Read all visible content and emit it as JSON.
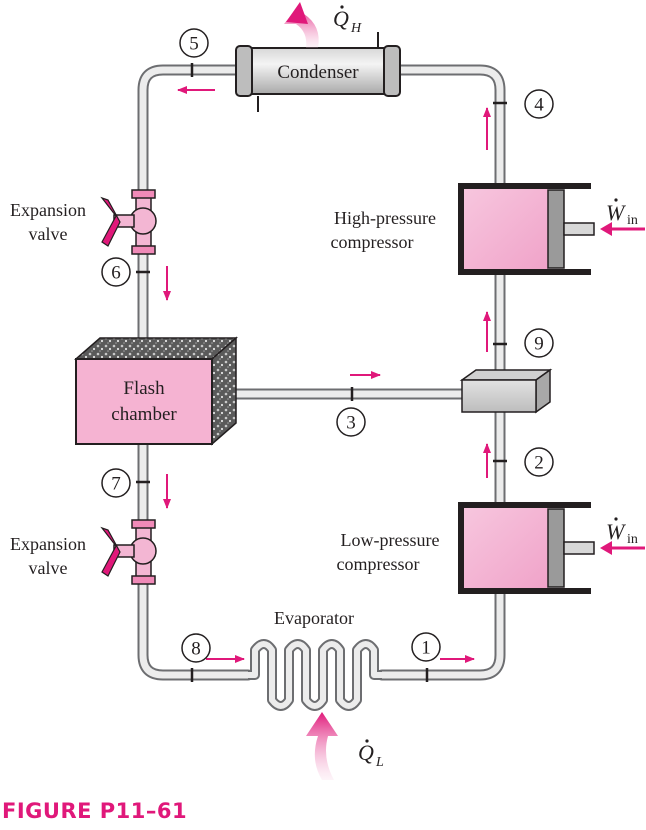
{
  "components": {
    "condenser": "Condenser",
    "flash_chamber_line1": "Flash",
    "flash_chamber_line2": "chamber",
    "evaporator": "Evaporator",
    "hp_compressor_line1": "High-pressure",
    "hp_compressor_line2": "compressor",
    "lp_compressor_line1": "Low-pressure",
    "lp_compressor_line2": "compressor",
    "expansion_valve_line1": "Expansion",
    "expansion_valve_line2": "valve"
  },
  "heat": {
    "q_high_symbol": "Q",
    "q_high_sub": "H",
    "q_low_symbol": "Q",
    "q_low_sub": "L"
  },
  "work": {
    "symbol": "W",
    "sub": "in"
  },
  "states": [
    "1",
    "2",
    "3",
    "4",
    "5",
    "6",
    "7",
    "8",
    "9"
  ],
  "caption": "FIGURE P11–61",
  "colors": {
    "accent": "#e0187a",
    "pink_fill": "#f3b6d3",
    "pipe_outline": "#6d6e71",
    "pipe_fill": "#e8e8e8",
    "dark": "#231f20"
  }
}
